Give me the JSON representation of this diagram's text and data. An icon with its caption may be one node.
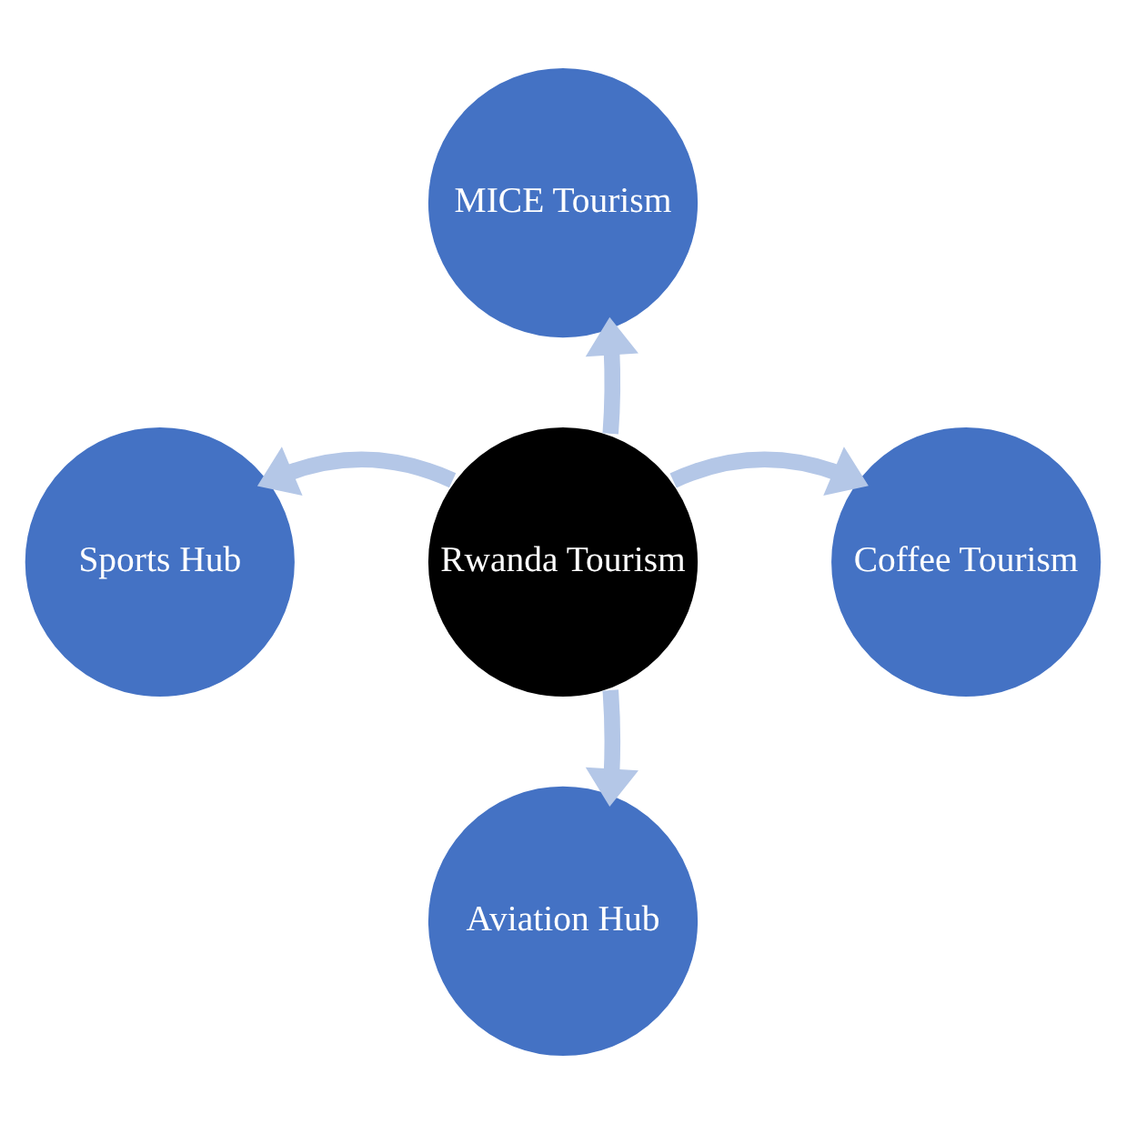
{
  "diagram": {
    "nodes": [
      {
        "text": [
          "MICE Tourism"
        ]
      },
      {
        "text": [
          "Sports Hub"
        ]
      },
      {
        "text": [
          "Rwanda Tourism"
        ]
      },
      {
        "text": [
          "Coffee Tourism"
        ]
      },
      {
        "text": [
          "Aviation Hub"
        ]
      }
    ],
    "edges": [
      {
        "from": 2,
        "to": 0,
        "arrow": "to"
      },
      {
        "from": 2,
        "to": 1,
        "arrow": "to"
      },
      {
        "from": 2,
        "to": 3,
        "arrow": "to"
      },
      {
        "from": 2,
        "to": 4,
        "arrow": "to"
      }
    ]
  }
}
